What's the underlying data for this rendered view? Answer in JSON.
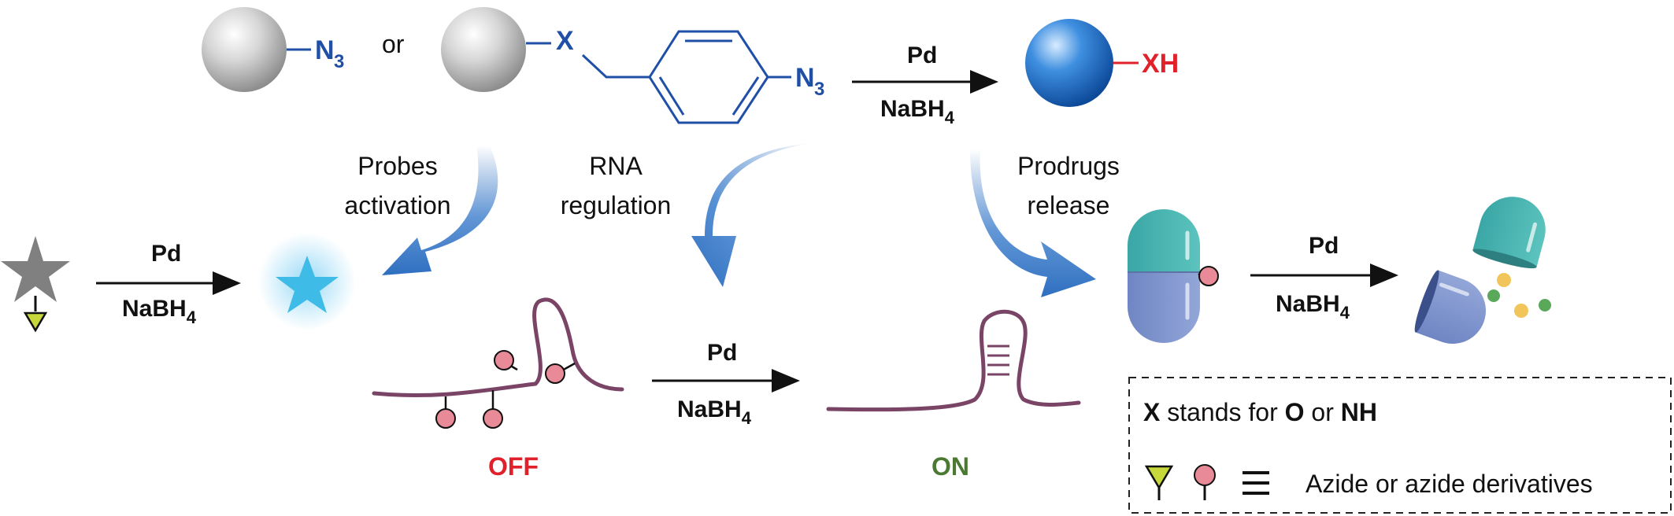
{
  "top": {
    "n3": "N",
    "n3_sub": "3",
    "or": "or",
    "x": "X",
    "linker_n3": "N",
    "linker_n3_sub": "3",
    "reagent_top": "Pd",
    "reagent_bottom": "NaBH",
    "reagent_sub": "4",
    "product": "XH"
  },
  "branches": {
    "probes_line1": "Probes",
    "probes_line2": "activation",
    "rna_line1": "RNA",
    "rna_line2": "regulation",
    "prodrugs_line1": "Prodrugs",
    "prodrugs_line2": "release"
  },
  "probe_reaction": {
    "reagent_top": "Pd",
    "reagent_bottom": "NaBH",
    "reagent_sub": "4"
  },
  "rna_reaction": {
    "reagent_top": "Pd",
    "reagent_bottom": "NaBH",
    "reagent_sub": "4",
    "state_off": "OFF",
    "state_on": "ON"
  },
  "prodrug_reaction": {
    "reagent_top": "Pd",
    "reagent_bottom": "NaBH",
    "reagent_sub": "4"
  },
  "legend": {
    "x_label": "X",
    "stands_for": " stands for ",
    "o_label": "O",
    "or_word": " or ",
    "nh_label": "NH",
    "equiv_symbol": "≡",
    "azide_text": "Azide or azide derivatives"
  },
  "colors": {
    "blue_text": "#1f4fa6",
    "red_text": "#e0202a",
    "green_text": "#4a7a32",
    "rna_strand": "#7a4466",
    "pin_head": "#e88a97",
    "arrow_blue": "#2f6fc0"
  }
}
